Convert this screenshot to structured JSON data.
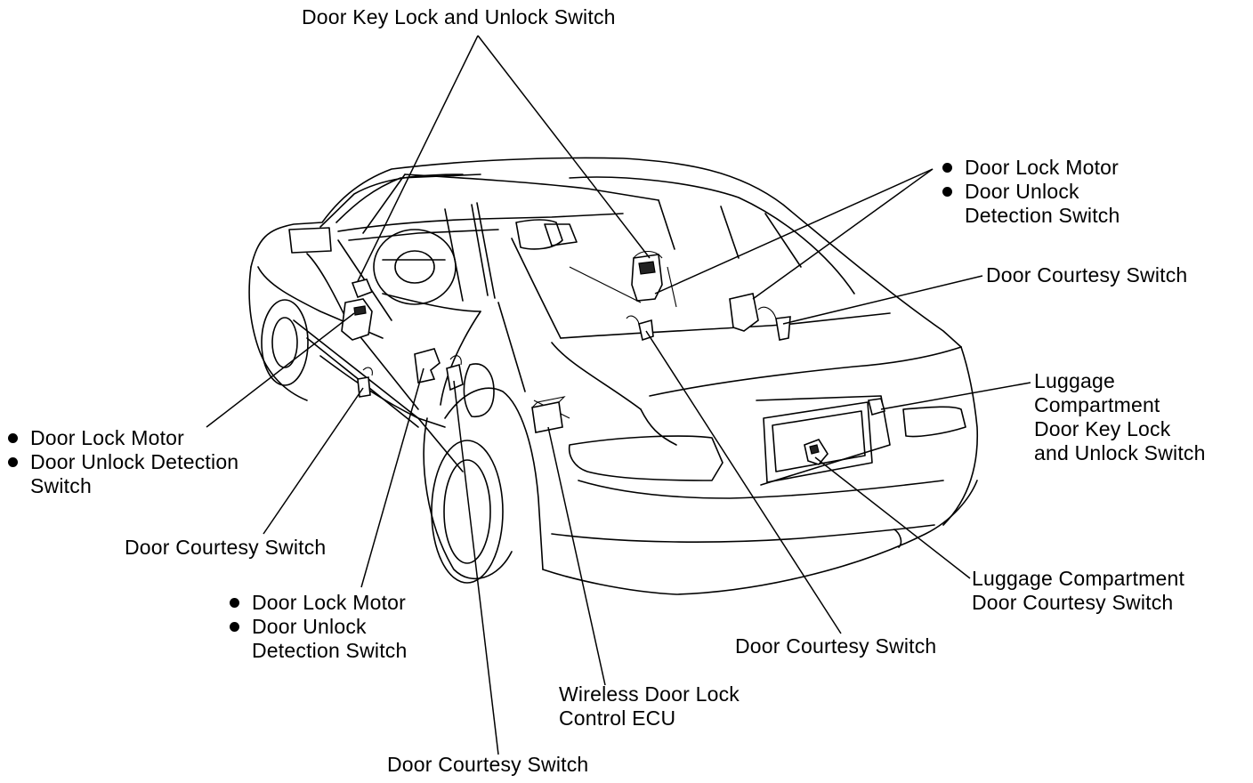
{
  "labels": {
    "door_key_lock_top": "Door Key Lock and Unlock Switch",
    "rear_right_motor": [
      "Door Lock Motor",
      "Door Unlock",
      "Detection Switch"
    ],
    "rear_right_courtesy": "Door Courtesy Switch",
    "luggage_key_lock": [
      "Luggage",
      "Compartment",
      "Door Key Lock",
      "and Unlock Switch"
    ],
    "front_left_motor": [
      "Door Lock Motor",
      "Door Unlock Detection",
      "Switch"
    ],
    "front_left_courtesy": "Door Courtesy Switch",
    "rear_left_motor": [
      "Door Lock Motor",
      "Door Unlock",
      "Detection Switch"
    ],
    "luggage_courtesy": [
      "Luggage Compartment",
      "Door Courtesy Switch"
    ],
    "front_right_courtesy": "Door Courtesy Switch",
    "wireless_ecu": [
      "Wireless Door Lock",
      "Control ECU"
    ],
    "rear_left_courtesy": "Door Courtesy Switch"
  }
}
